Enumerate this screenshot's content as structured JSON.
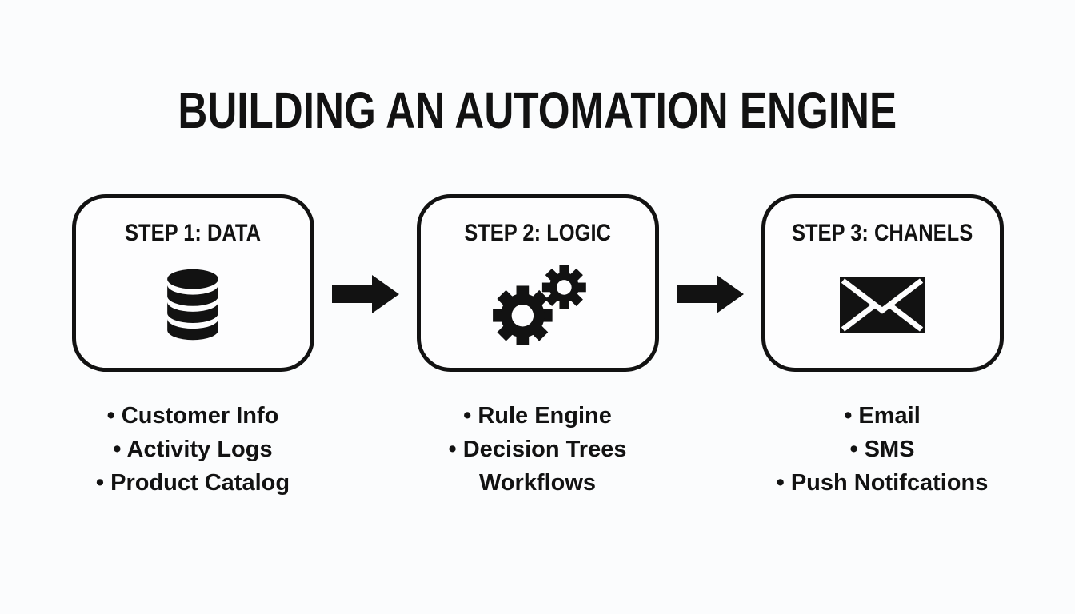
{
  "title": "BUILDING AN AUTOMATION ENGINE",
  "colors": {
    "background": "#fbfcfd",
    "ink": "#121212",
    "box_fill": "#fdfdfe",
    "box_border": "#121212"
  },
  "icons": {
    "step_1": "database-icon",
    "step_2": "gears-icon",
    "step_3": "envelope-icon",
    "connector": "arrow-right-icon"
  },
  "steps": [
    {
      "heading": "STEP 1: DATA",
      "items": [
        "• Customer Info",
        "• Activity Logs",
        "• Product Catalog"
      ]
    },
    {
      "heading": "STEP 2: LOGIC",
      "items": [
        "• Rule Engine",
        "• Decision Trees",
        "Workflows"
      ]
    },
    {
      "heading": "STEP 3: CHANELS",
      "items": [
        "• Email",
        "• SMS",
        "• Push Notifcations"
      ]
    }
  ]
}
